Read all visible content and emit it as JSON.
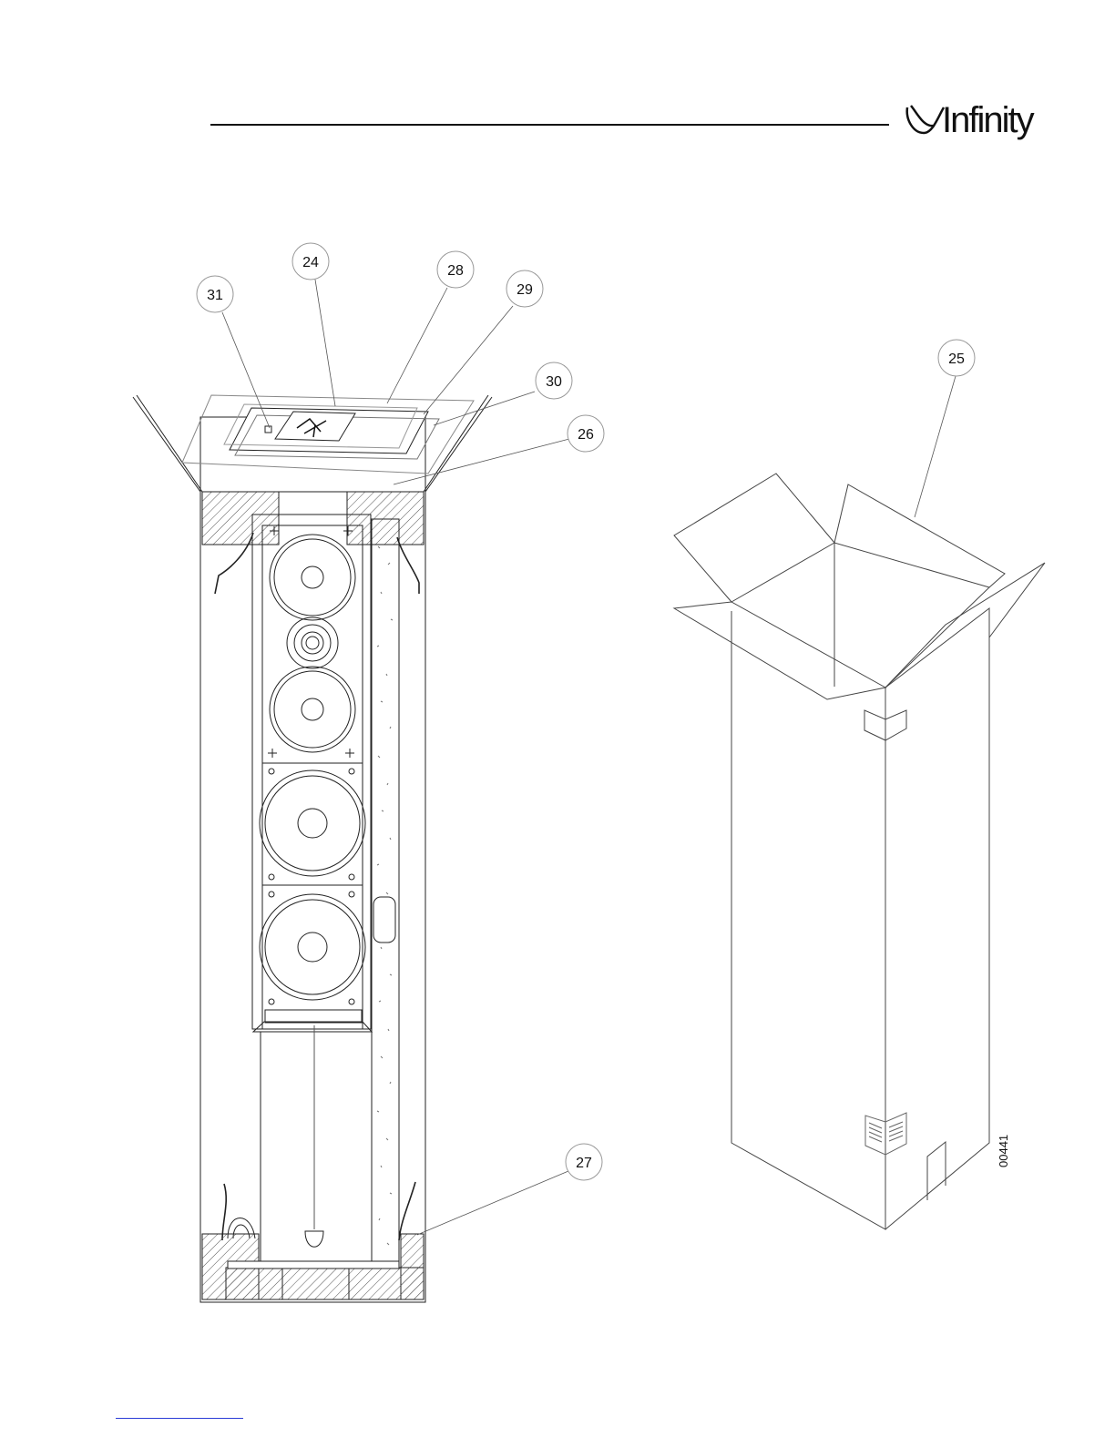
{
  "header": {
    "brand_name": "Infinity"
  },
  "callouts": [
    "24",
    "28",
    "29",
    "31",
    "30",
    "26",
    "27",
    "25"
  ],
  "drawing_code": "00441"
}
